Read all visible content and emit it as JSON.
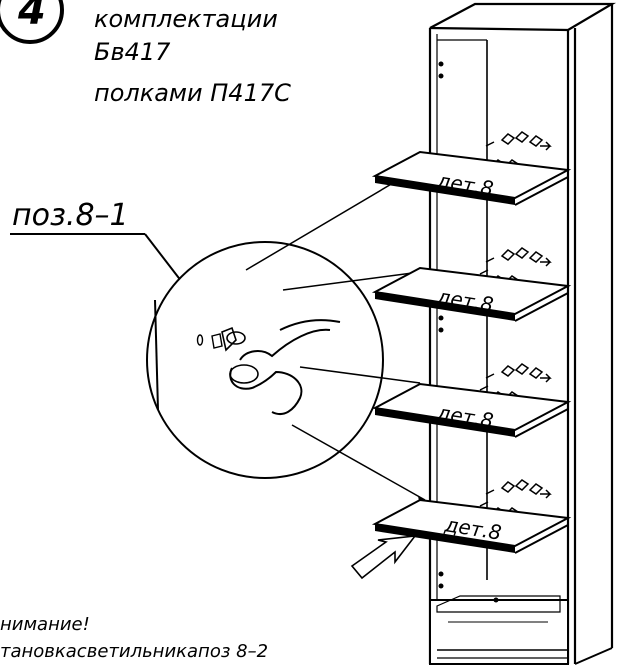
{
  "step": {
    "number": "4",
    "lines": [
      "комплектации",
      "Бв417",
      "полками П417С"
    ]
  },
  "callout": {
    "position_label": "поз.8–1"
  },
  "shelves": [
    {
      "label": "дет.8"
    },
    {
      "label": "дет.8"
    },
    {
      "label": "дет.8"
    },
    {
      "label": "дет.8"
    }
  ],
  "note": {
    "title": "нимание!",
    "text": "тановкасветильникапоз 8–2"
  }
}
